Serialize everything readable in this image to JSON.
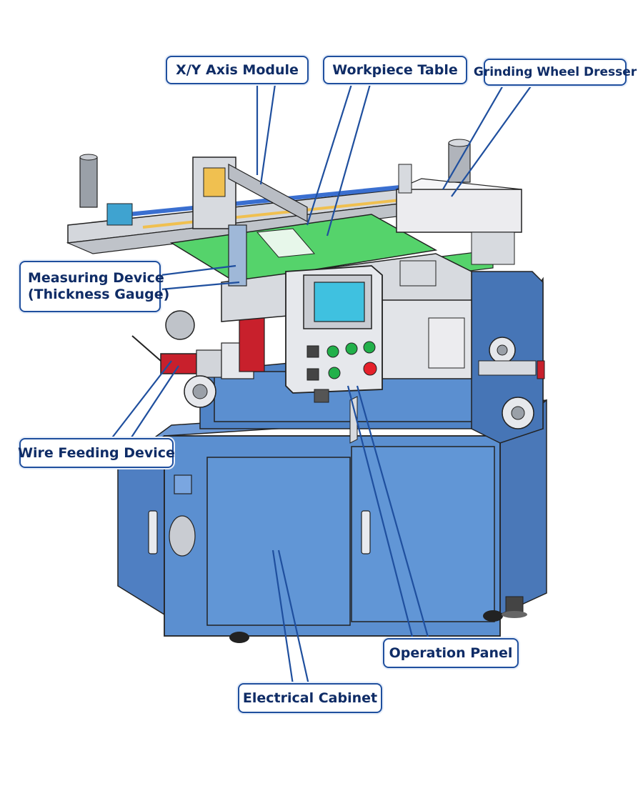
{
  "labels": {
    "xy_axis_module": "X/Y Axis Module",
    "workpiece_table": "Workpiece Table",
    "grinding_wheel_dresser": "Grinding Wheel Dresser",
    "measuring_device_line1": "Measuring Device",
    "measuring_device_line2": "(Thickness Gauge)",
    "wire_feeding_device": "Wire Feeding Device",
    "operation_panel": "Operation Panel",
    "electrical_cabinet": "Electrical Cabinet"
  },
  "colors": {
    "label_border": "#1f4f9e",
    "label_text": "#0f2c66",
    "leader_line": "#1f4f9e",
    "machine_body": "#5b8fd0",
    "machine_dark": "#3f6fae",
    "table_green": "#55d36b",
    "metal_gray": "#d4d7dc",
    "screen_cyan": "#3fc1e0",
    "button_green": "#22b04a",
    "button_red": "#e5202a",
    "motor_red": "#c8202c"
  }
}
